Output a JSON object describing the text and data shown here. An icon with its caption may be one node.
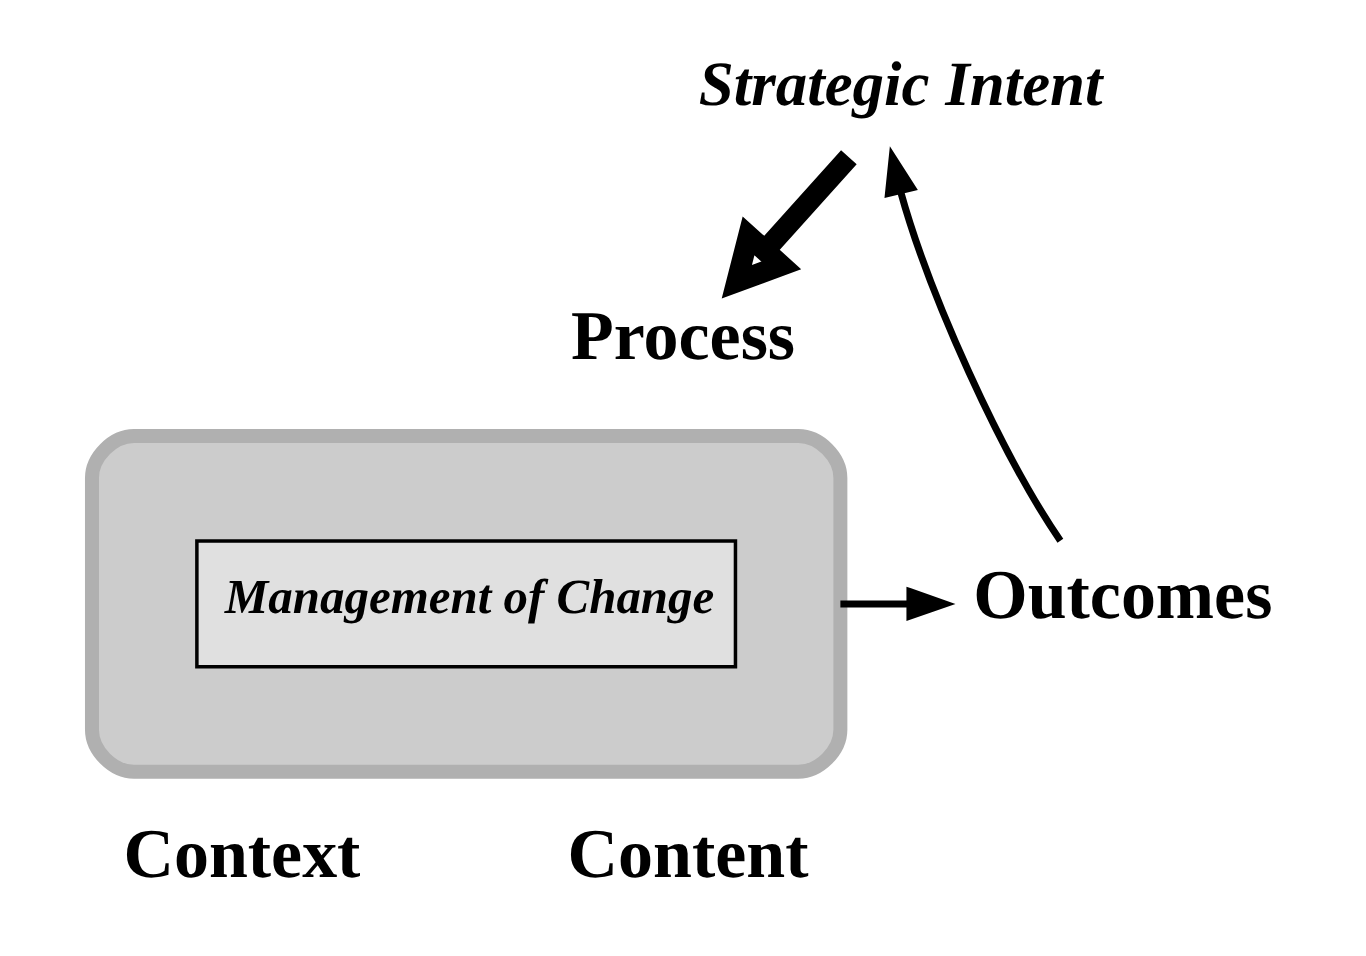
{
  "diagram": {
    "nodes": [
      {
        "text": [
          "Strategic Intent"
        ]
      },
      {
        "text": [
          "Process"
        ]
      },
      {
        "text": [],
        "shape": "triangle"
      },
      {
        "text": [
          "Outcomes"
        ]
      },
      {
        "text": [
          "Management of Change"
        ],
        "in": 2
      }
    ],
    "edges": [
      {
        "from": 0,
        "to": 1,
        "arrow": "to",
        "style": "thick"
      },
      {
        "from": 2,
        "to": 3,
        "arrow": "to"
      },
      {
        "from": 3,
        "to": 0,
        "arrow": "to"
      }
    ],
    "labels": [
      "Context",
      "Content"
    ]
  }
}
